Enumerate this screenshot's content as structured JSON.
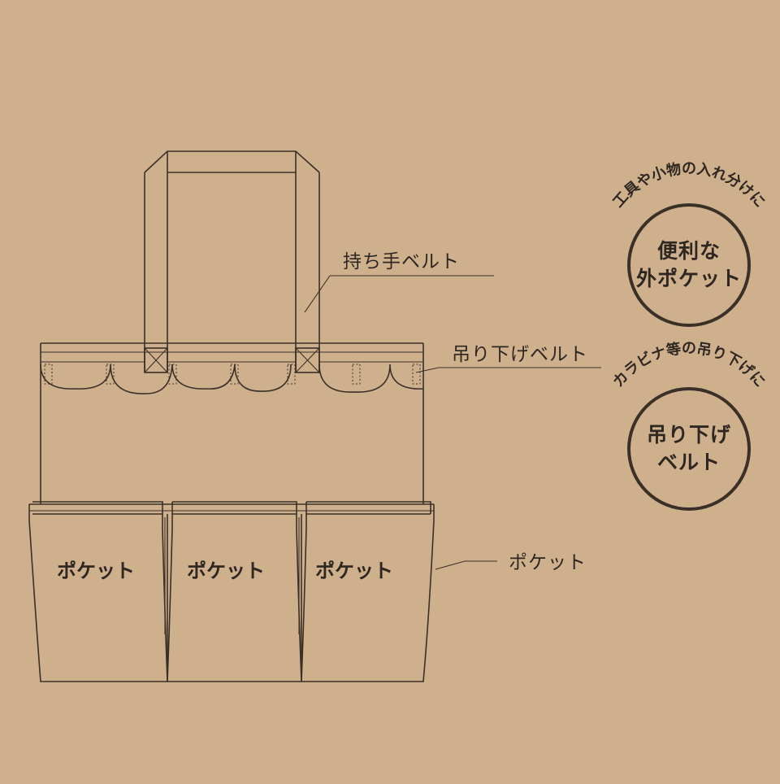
{
  "labels": {
    "handle_belt": "持ち手ベルト",
    "hanging_belt": "吊り下げベルト",
    "pocket_callout": "ポケット",
    "pockets": [
      "ポケット",
      "ポケット",
      "ポケット"
    ]
  },
  "badges": [
    {
      "arc_text": "工具や小物の入れ分けに",
      "line1": "便利な",
      "line2": "外ポケット"
    },
    {
      "arc_text": "カラビナ等の吊り下げに",
      "line1": "吊り下げ",
      "line2": "ベルト"
    }
  ],
  "colors": {
    "background": "#cfb08d",
    "ink": "#3a3028"
  }
}
